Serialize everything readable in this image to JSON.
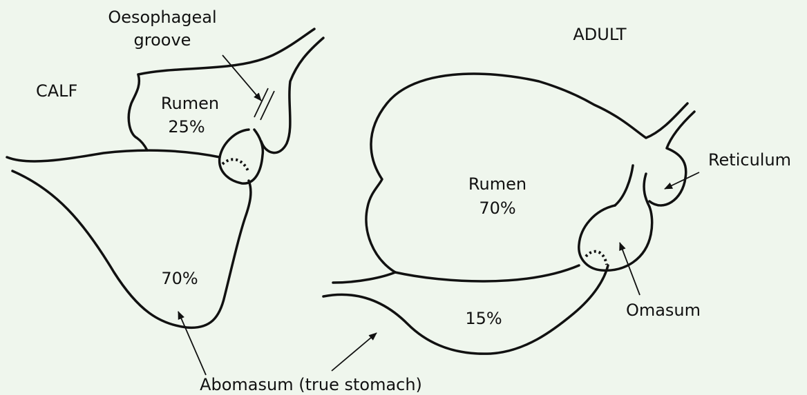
{
  "colors": {
    "background": "#eff6ed",
    "stroke": "#111111",
    "text": "#111111"
  },
  "calf": {
    "title": "CALF",
    "oesophageal_groove_line1": "Oesophageal",
    "oesophageal_groove_line2": "groove",
    "rumen_label": "Rumen",
    "rumen_percent": "25%",
    "abomasum_percent": "70%"
  },
  "adult": {
    "title": "ADULT",
    "rumen_label": "Rumen",
    "rumen_percent": "70%",
    "reticulum_label": "Reticulum",
    "omasum_label": "Omasum",
    "abomasum_percent": "15%"
  },
  "shared": {
    "abomasum_label": "Abomasum (true stomach)"
  }
}
